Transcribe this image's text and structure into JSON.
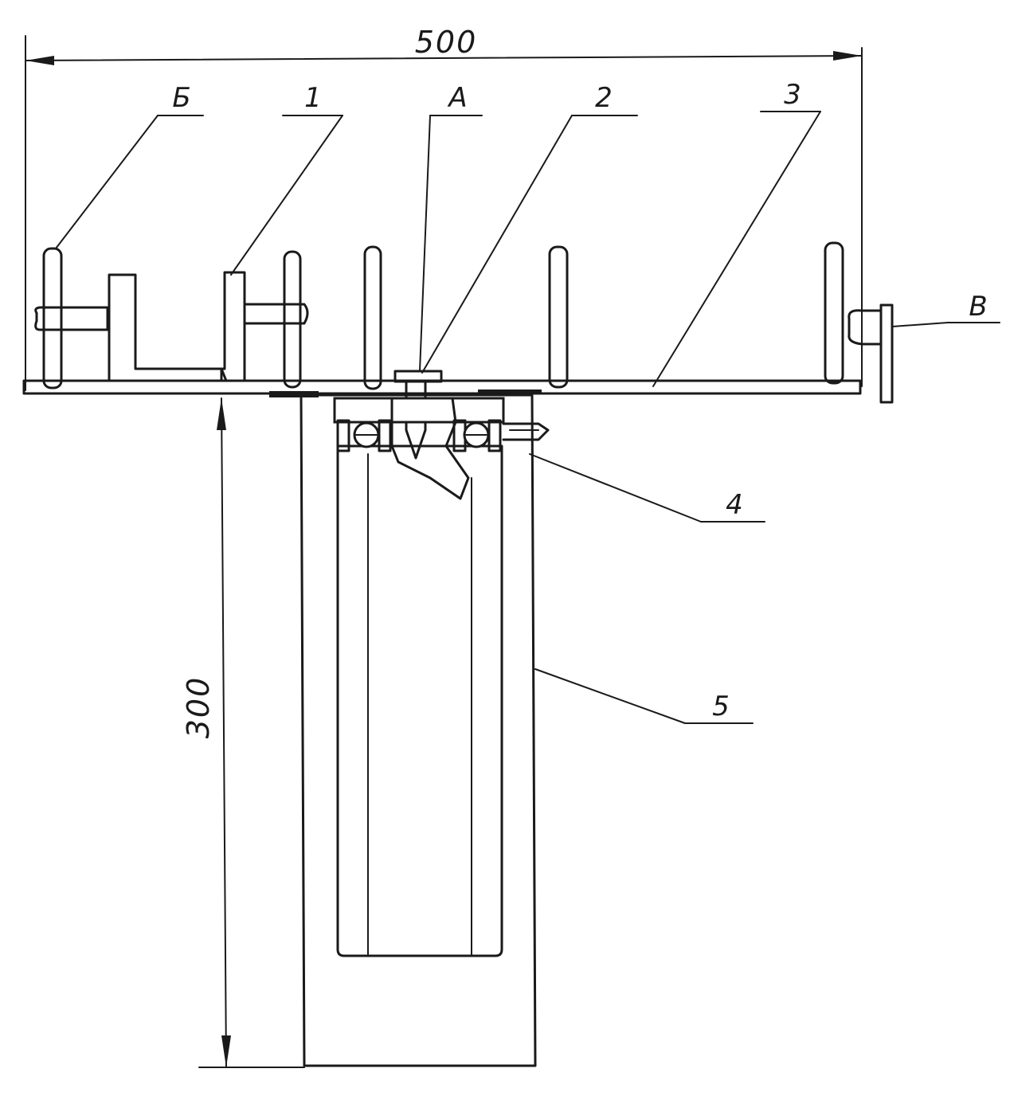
{
  "dimensions": {
    "width": "500",
    "height": "300"
  },
  "labels": {
    "b": "Б",
    "one": "1",
    "a": "А",
    "two": "2",
    "three": "3",
    "v": "В",
    "four": "4",
    "five": "5"
  },
  "colors": {
    "ink": "#1a1a1a",
    "paper": "#ffffff"
  }
}
